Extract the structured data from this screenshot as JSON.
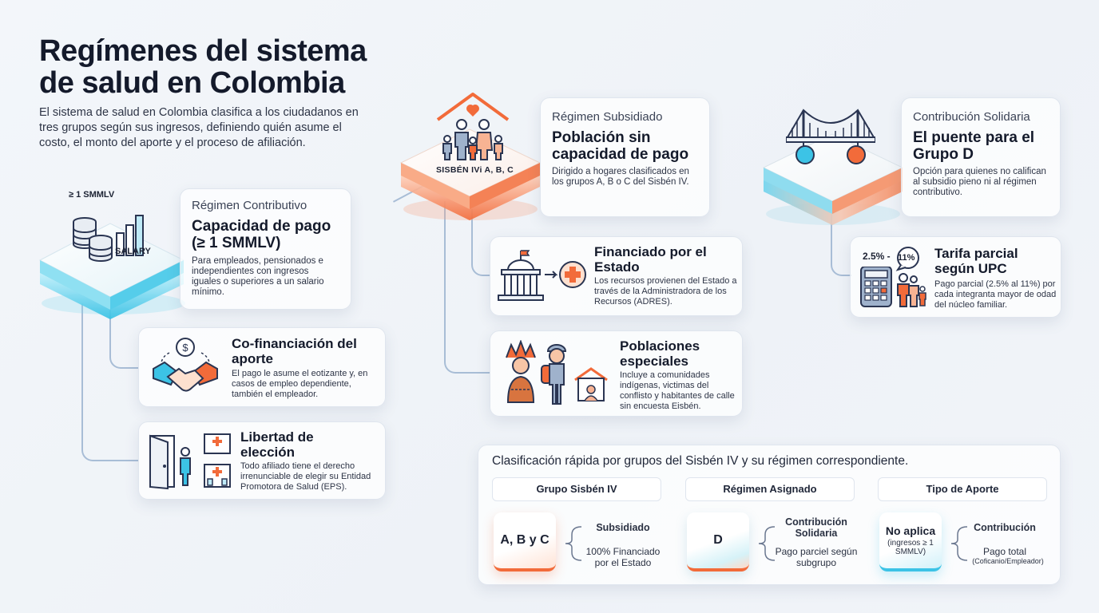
{
  "header": {
    "title_line1": "Regímenes del sistema",
    "title_line2": "de salud en Colombia",
    "intro": "El sistema de salud en Colombia clasifica a los ciudadanos en tres grupos según sus ingresos, definiendo quién asume el costo, el monto del aporte y el proceso de afiliación."
  },
  "contributivo": {
    "tag": "≥ 1 SMMLV",
    "salary_label": "SALARY",
    "subtitle": "Régimen Contributivo",
    "title": "Capacidad de pago (≥ 1 SMMLV)",
    "desc": "Para empleados, pensionados e independientes con ingresos iguales o superiores a un salario mínimo.",
    "cofin": {
      "title": "Co-financiación del aporte",
      "desc": "El pago le asume el eotizante y, en casos de empleo dependiente, también el empleador."
    },
    "libertad": {
      "title": "Libertad de elección",
      "desc": "Todo afiliado tiene el derecho irrenunciable de elegir su Entidad Promotora de Salud (EPS)."
    }
  },
  "subsidiado": {
    "platform_label": "SISBÉN IVi A, B, C",
    "subtitle": "Régimen Subsidiado",
    "title": "Población sin capacidad de pago",
    "desc": "Dirigido a hogares clasificados en los grupos A, B o C del Sisbén IV.",
    "financiado": {
      "title": "Financiado por el Estado",
      "desc": "Los recursos provienen del Estado a través de la Administradora de los Recursos (ADRES)."
    },
    "especiales": {
      "title": "Poblaciones especiales",
      "desc": "Incluye a comunidades indígenas, victimas del conflisto y habitantes de calle sin encuesta Eisbén."
    }
  },
  "solidaria": {
    "subtitle": "Contribución Solidaria",
    "title": "El puente para el Grupo D",
    "desc": "Opción para quienes no califican al subsidio pieno ni al régimen contributivo.",
    "tarifa": {
      "badge_low": "2.5% -",
      "badge_high": "11%",
      "title": "Tarifa parcial según UPC",
      "desc": "Pago parcial (2.5% al 11%) por cada integranta mayor de odad del núcleo familiar."
    }
  },
  "table": {
    "title": "Clasificación rápida por grupos del Sisbén IV y su régimen correspondiente.",
    "headers": [
      "Grupo Sisbén IV",
      "Régimen Asignado",
      "Tipo de Aporte"
    ],
    "rows": [
      {
        "tile": "A, B y C",
        "label": "Subsidiado",
        "detail": "100% Financiado por el Estado"
      },
      {
        "tile": "D",
        "label": "Contribución Solidaria",
        "detail": "Pago parciel según subgrupo"
      },
      {
        "tile": "No aplica",
        "tile_note": "(ingresos ≥ 1 SMMLV)",
        "label": "Contribución",
        "detail": "Pago total",
        "detail_note": "(Coficanio/Empleador)"
      }
    ]
  },
  "colors": {
    "orange": "#f26b3a",
    "cyan": "#3cc3e6",
    "navy": "#2a3552",
    "line": "#a8bdd6"
  }
}
